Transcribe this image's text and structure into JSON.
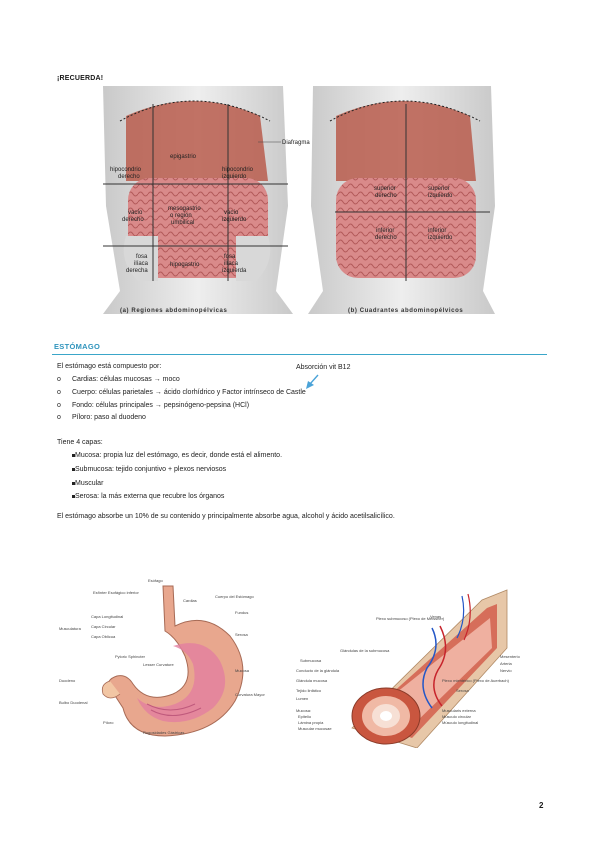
{
  "recuerda": "¡RECUERDA!",
  "figure_top": {
    "left_panel": {
      "regions": [
        "hipocondrio derecho",
        "epigastrio",
        "hipocondrio izquierdo",
        "vacío derecho",
        "mesogastrio o región umbilical",
        "vacío izquierdo",
        "fosa ilíaca derecha",
        "hipogastrio",
        "fosa ilíaca izquierda"
      ],
      "caption": "(a) Regiones abdominopélvicas"
    },
    "diaphragm_label": "Diafragma",
    "right_panel": {
      "quadrants": [
        "superior derecho",
        "superior izquierdo",
        "inferior derecho",
        "inferior izquierdo"
      ],
      "caption": "(b) Cuadrantes abdominopélvicos"
    }
  },
  "section": {
    "title": "ESTÓMAGO",
    "intro": "El estómago está compuesto por:",
    "absorcion_note": "Absorción vit B12",
    "parts": [
      {
        "marker": "o",
        "text": "Cardias: células mucosas → moco"
      },
      {
        "marker": "o",
        "text": "Cuerpo: células parietales → ácido clorhídrico y Factor intrínseco de Castle"
      },
      {
        "marker": "o",
        "text": "Fondo: células principales → pepsinógeno-pepsina (HCl)"
      },
      {
        "marker": "o",
        "text": "Píloro: paso al duodeno"
      }
    ],
    "layers_intro": "Tiene 4 capas:",
    "layers": [
      "Mucosa: propia luz del estómago, es decir, donde está el alimento.",
      "Submucosa: tejido conjuntivo + plexos nerviosos",
      "Muscular",
      "Serosa: la más externa que recubre los órganos"
    ],
    "summary": "El estómago absorbe un 10% de su contenido y principalmente absorbe agua, alcohol y ácido acetilsalicílico."
  },
  "stomach_figure": {
    "labels": [
      "Esófago",
      "Esfínter Esofágico inferior",
      "Cardias",
      "Cuerpo del Estómago",
      "Fundus",
      "Serosa",
      "Musculatura",
      "Capa Longitudinal",
      "Capa Circular",
      "Capa Oblicua",
      "Pyloric Sphincter",
      "Lesser Curvature",
      "Mucosa",
      "Duodeno",
      "Bulbo Duodenal",
      "Píloro",
      "Rugosidades Gástricas",
      "Curvatura Mayor"
    ]
  },
  "wall_figure": {
    "labels": [
      "Venas",
      "Plexo submucoso (Plexo de Meissner)",
      "Glándulas de la submucosa",
      "Submucosa",
      "Conducto de la glándula",
      "Glándula mucosa",
      "Tejido linfático",
      "Lumen",
      "Mucosa:",
      "Epitelio",
      "Lámina propia",
      "Muscular mucosae",
      "Mesenterio",
      "Arteria",
      "Nervio",
      "Plexo mientérico (Plexo de Auerbach)",
      "Serosa",
      "Muscularis externa",
      "Músculo circular",
      "Músculo longitudinal"
    ]
  },
  "page_number": "2"
}
